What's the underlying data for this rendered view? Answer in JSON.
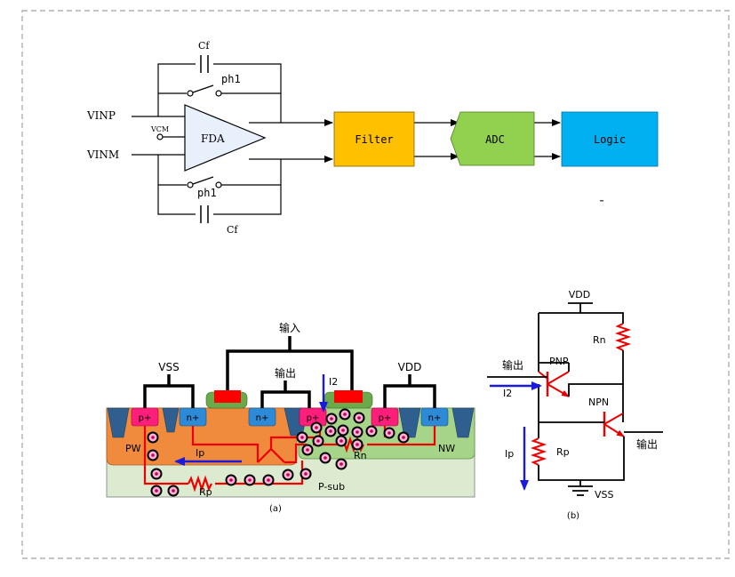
{
  "top_circuit": {
    "cap_top_label": "Cf",
    "cap_bottom_label": "Cf",
    "switch_top_label": "ph1",
    "switch_bottom_label": "ph1",
    "input_p": "VINP",
    "input_m": "VINM",
    "vcm": "VCM",
    "fda": "FDA",
    "filter": "Filter",
    "adc": "ADC",
    "logic": "Logic",
    "colors": {
      "filter": "#ffc000",
      "adc": "#92d050",
      "logic": "#00b0f0",
      "fda_fill": "#e8f1fb"
    }
  },
  "cross_section": {
    "input": "输入",
    "output": "输出",
    "vss": "VSS",
    "vdd": "VDD",
    "i2": "I2",
    "p_plus": "p+",
    "n_plus": "n+",
    "pw": "PW",
    "nw": "NW",
    "ip": "Ip",
    "rn": "Rn",
    "rp": "Rp",
    "psub": "P-sub",
    "caption": "(a)"
  },
  "equivalent": {
    "vdd": "VDD",
    "vss": "VSS",
    "rn": "Rn",
    "rp": "Rp",
    "pnp": "PNP",
    "npn": "NPN",
    "output_left": "输出",
    "output_right": "输出",
    "i2": "I2",
    "ip": "Ip",
    "caption": "(b)"
  }
}
